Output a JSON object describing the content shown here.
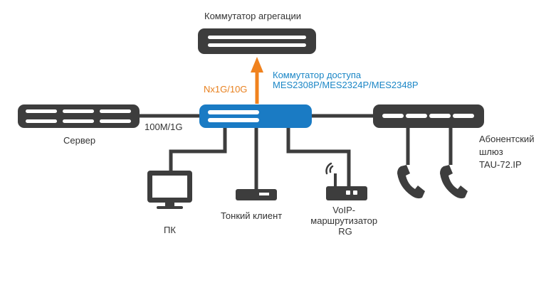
{
  "colors": {
    "device": "#3d3d3d",
    "access_switch": "#1a7bc4",
    "uplink": "#f0821e",
    "link": "#3d3d3d",
    "label": "#333333",
    "access_label": "#1a86c6"
  },
  "nodes": {
    "aggregation_switch": {
      "label": "Коммутатор агрегации",
      "icon": "switch-icon"
    },
    "access_switch": {
      "label_line1": "Коммутатор доступа",
      "label_line2": "MES2308P/MES2324P/MES2348P",
      "icon": "switch-icon"
    },
    "server": {
      "label": "Сервер",
      "icon": "server-icon"
    },
    "gateway": {
      "label_line1": "Абонентский",
      "label_line2": "шлюз",
      "label_line3": "TAU-72.IP",
      "icon": "gateway-icon"
    },
    "pc": {
      "label": "ПК",
      "icon": "monitor-icon"
    },
    "thin_client": {
      "label": "Тонкий клиент",
      "icon": "thin-client-icon"
    },
    "voip_router": {
      "label_line1": "VoIP-",
      "label_line2": "маршрутизатор",
      "label_line3": "RG",
      "icon": "router-icon"
    },
    "phones": {
      "icon": "phone-icon"
    }
  },
  "links": {
    "uplink_label": "Nx1G/10G",
    "server_link_label": "100M/1G"
  }
}
